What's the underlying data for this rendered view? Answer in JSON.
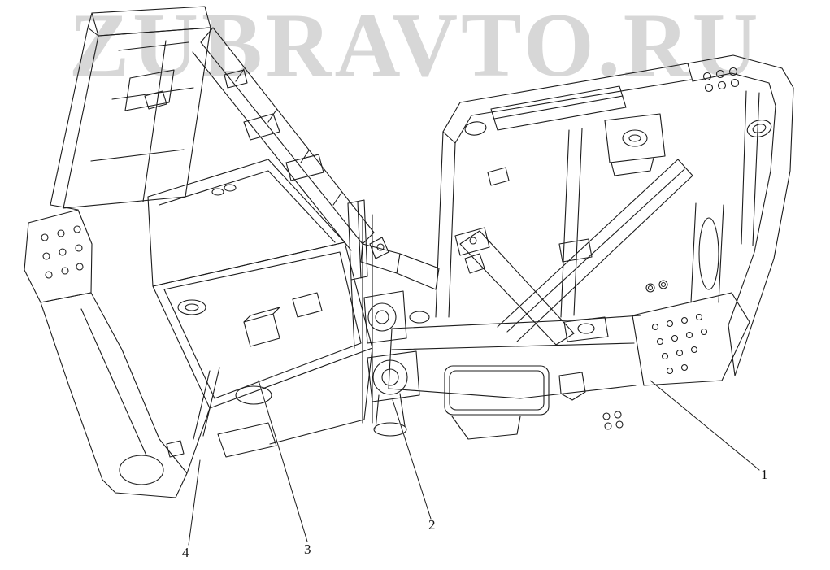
{
  "watermark": {
    "text": "ZUBRAVTO.RU",
    "color": "#d7d7d7"
  },
  "drawing": {
    "line_color": "#1c1c1c",
    "background": "#ffffff"
  },
  "callouts": [
    {
      "label": "1"
    },
    {
      "label": "2"
    },
    {
      "label": "3"
    },
    {
      "label": "4"
    }
  ]
}
